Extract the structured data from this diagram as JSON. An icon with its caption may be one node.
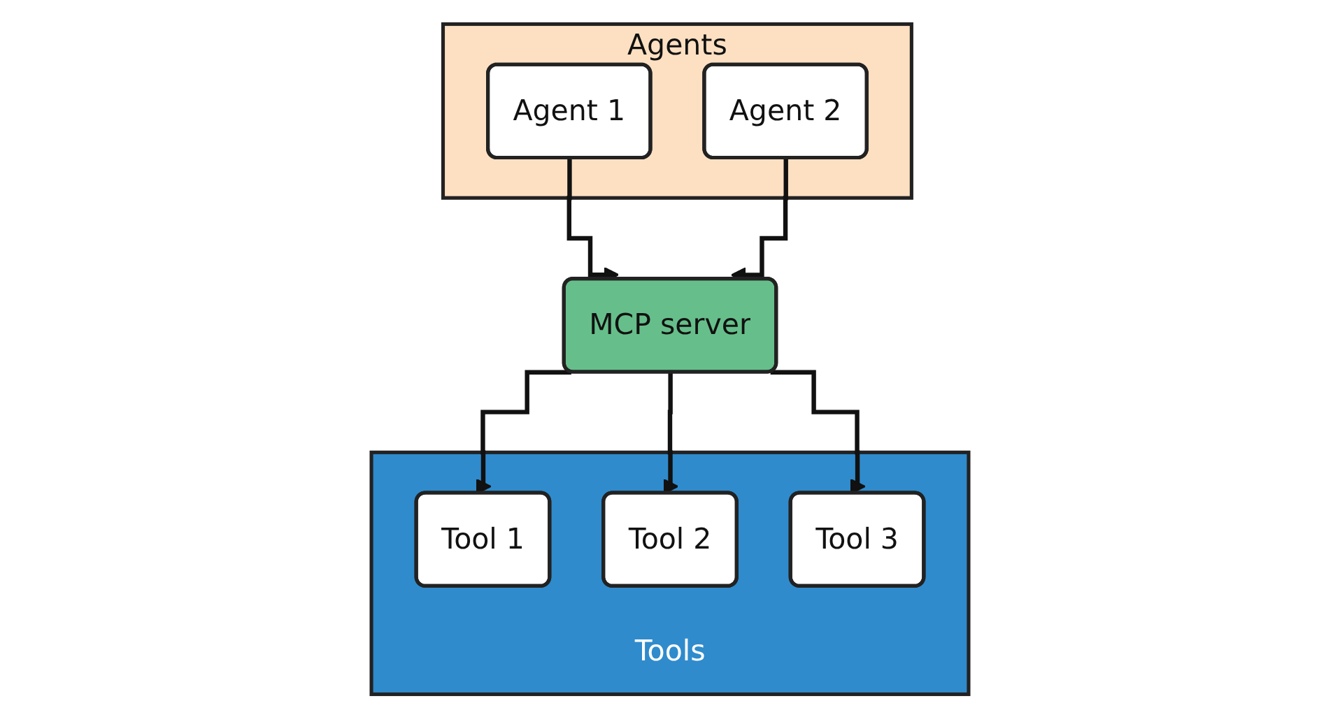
{
  "diagram": {
    "nodes": [
      {
        "text": [
          "Agents"
        ]
      },
      {
        "text": [
          "Agent 1"
        ],
        "in": 0
      },
      {
        "text": [
          "Agent 2"
        ],
        "in": 0
      },
      {
        "text": [
          "MCP server"
        ]
      },
      {
        "text": [
          "Tools"
        ]
      },
      {
        "text": [
          "Tool 1"
        ],
        "in": 4
      },
      {
        "text": [
          "Tool 2"
        ],
        "in": 4
      },
      {
        "text": [
          "Tool 3"
        ],
        "in": 4
      }
    ],
    "edges": [
      {
        "from": 1,
        "to": 3,
        "arrow": "to"
      },
      {
        "from": 2,
        "to": 3,
        "arrow": "to"
      },
      {
        "from": 3,
        "to": 5,
        "arrow": "to"
      },
      {
        "from": 3,
        "to": 6,
        "arrow": "to"
      },
      {
        "from": 3,
        "to": 7,
        "arrow": "to"
      }
    ]
  }
}
